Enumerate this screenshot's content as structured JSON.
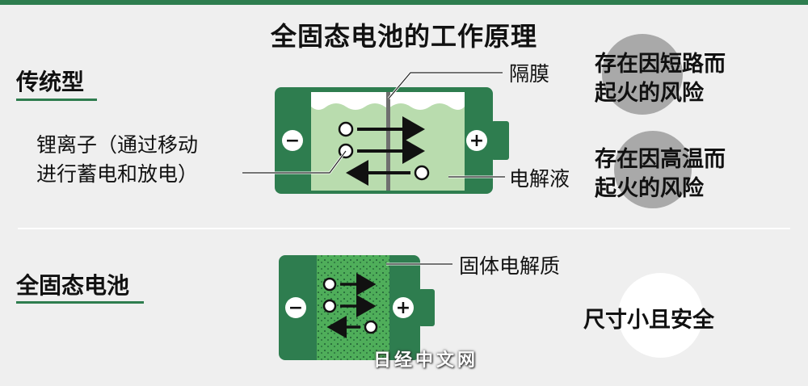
{
  "title": "全固态电池的工作原理",
  "conventional": {
    "label": "传统型",
    "separator_label": "隔膜",
    "ion_label_line1": "锂离子（通过移动",
    "ion_label_line2": "进行蓄电和放电）",
    "electrolyte_label": "电解液",
    "risk_short_line1": "存在因短路而",
    "risk_short_line2": "起火的风险",
    "risk_heat_line1": "存在因高温而",
    "risk_heat_line2": "起火的风险",
    "minus_symbol": "−",
    "plus_symbol": "+"
  },
  "solid_state": {
    "label": "全固态电池",
    "solid_electrolyte_label": "固体电解质",
    "benefit": "尺寸小且安全",
    "minus_symbol": "−",
    "plus_symbol": "+"
  },
  "watermark": "日经中文网",
  "colors": {
    "battery_green": "#2e7d4f",
    "electrolyte_light": "#b9dcae",
    "solid_electrolyte": "#4fae5a",
    "accent_line": "#2e7d4f",
    "risk_gray": "#a9a9a9"
  }
}
